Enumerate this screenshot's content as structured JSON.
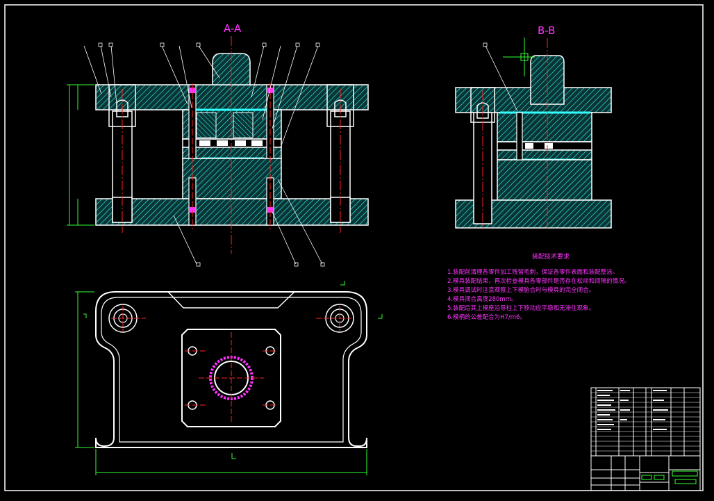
{
  "colors": {
    "background": "#000000",
    "outline": "#ffffff",
    "hatch": "#33ffff",
    "center_line": "#ff2222",
    "annotation": "#ff33ff",
    "dimension": "#33ff33",
    "leader": "#ffffff"
  },
  "section_aa": {
    "title": "A-A"
  },
  "section_bb": {
    "title": "B-B"
  },
  "requirements": {
    "heading": "装配技术要求",
    "items": [
      "1.装配前清理各零件加工残留毛刺，保证各零件表面和装配整洁。",
      "2.模具装配结束，再次检查模具各零部件是否存在松动和间隙的情况。",
      "3.模具调试时注意观察上下模胎合时与模具的完全闭合。",
      "4.模具闭合高度280mm。",
      "5.装配后其上模座沿导柱上下移动应平稳和无滞住现象。",
      "6.模柄的公差配合为H7/m6。"
    ]
  }
}
